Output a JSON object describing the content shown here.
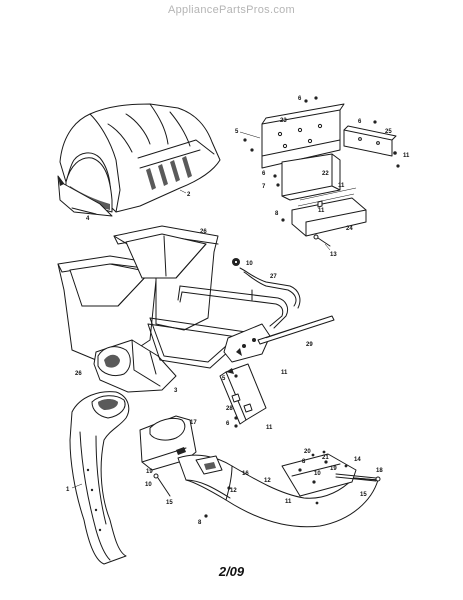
{
  "watermark": "AppliancePartsPros.com",
  "page_number": "2/09",
  "callouts": {
    "c2": "2",
    "c3": "3",
    "c4": "4",
    "c5": "5",
    "c6": "6",
    "c7": "7",
    "c8": "8",
    "c10": "10",
    "c11": "11",
    "c12": "12",
    "c13": "13",
    "c14": "14",
    "c15": "15",
    "c16": "16",
    "c17": "17",
    "c18": "18",
    "c19": "19",
    "c20": "20",
    "c21": "21",
    "c22": "22",
    "c23": "23",
    "c24": "24",
    "c25": "25",
    "c26": "26",
    "c27": "27",
    "c28": "28",
    "c29": "29"
  }
}
